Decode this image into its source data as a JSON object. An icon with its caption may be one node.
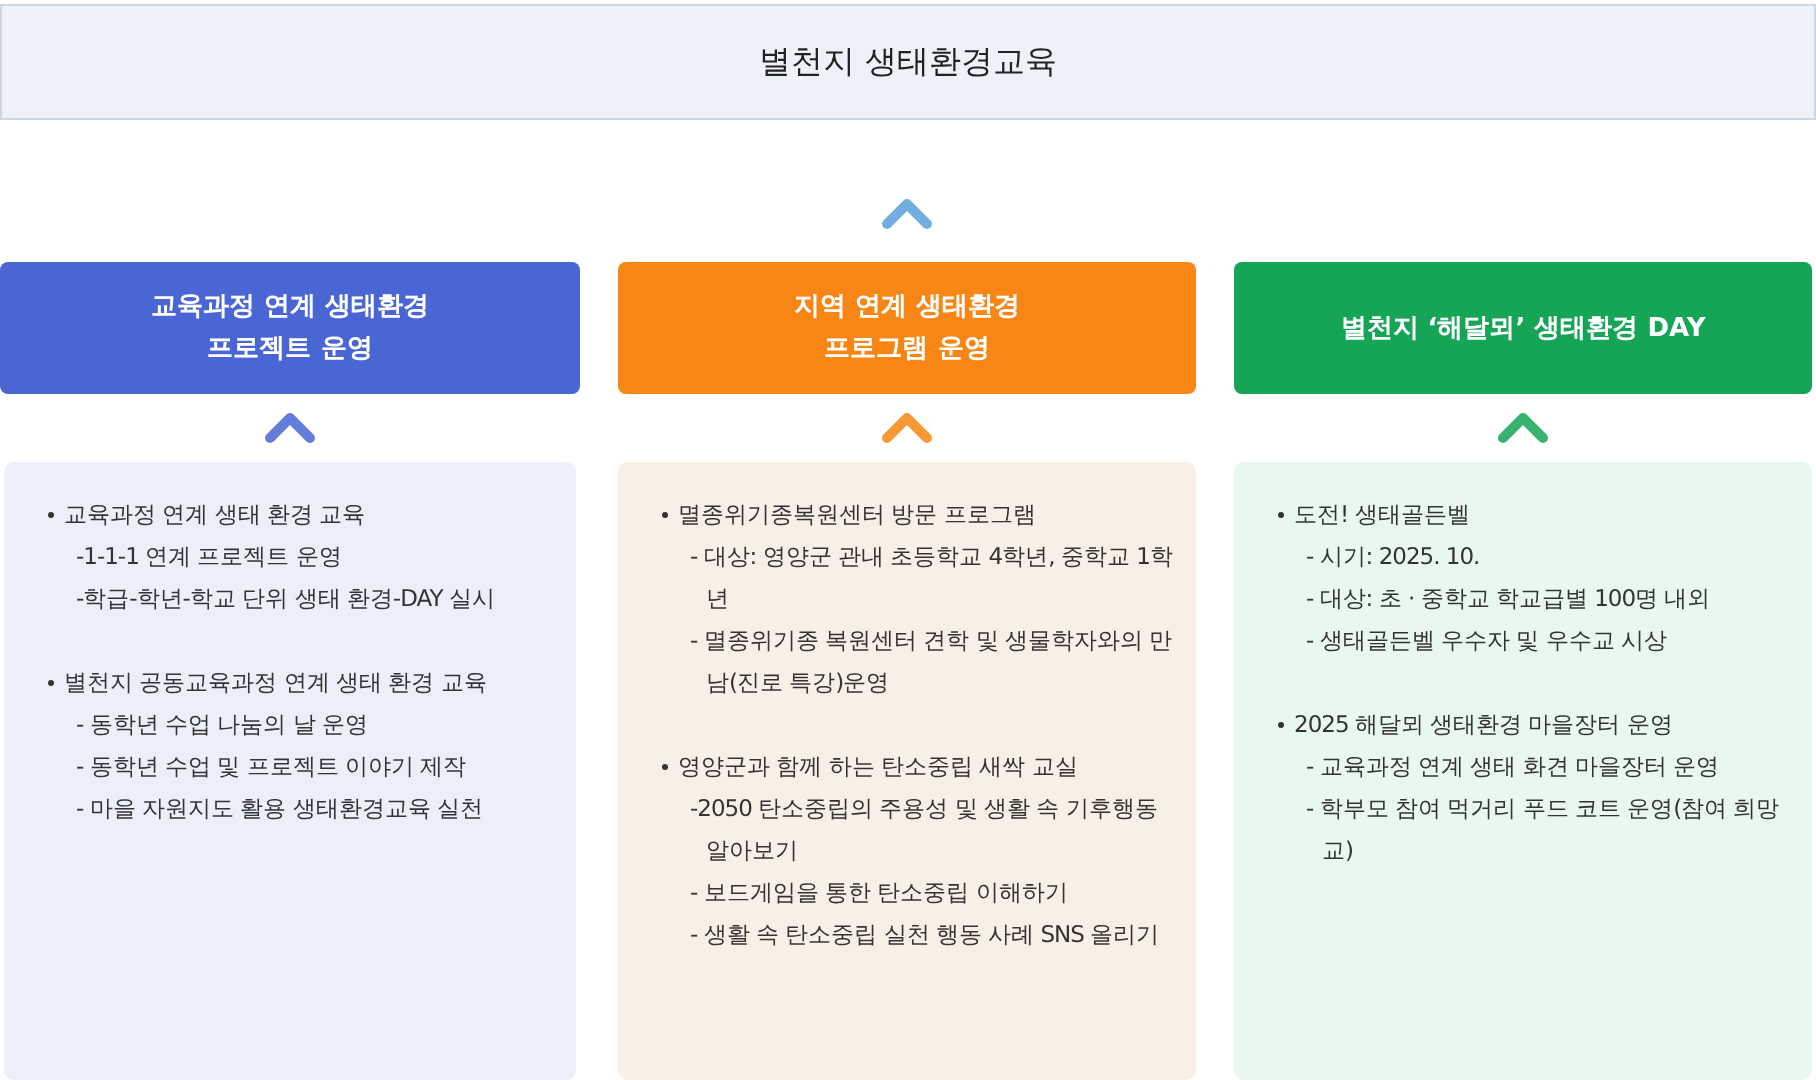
{
  "diagram": {
    "title": "별천지 생태환경교육",
    "nodes": [
      {
        "text": [
          "교육과정 연계 생태환경 프로젝트 운영"
        ]
      },
      {
        "text": [
          "교육과정 연계 생태 환경 교육",
          "-1-1-1 연계 프로젝트 운영",
          "-학급-학년-학교 단위 생태 환경-DAY 실시",
          "별천지 공동교육과정 연계 생태 환경 교육",
          "- 동학년 수업 나눔의 날 운영",
          "- 동학년 수업 및 프로젝트 이야기 제작",
          "- 마을 자원지도 활용 생태환경교육 실천"
        ]
      },
      {
        "text": [
          "지역 연계 생태환경 프로그램 운영"
        ]
      },
      {
        "text": [
          "멸종위기종복원센터 방문 프로그램",
          "- 대상: 영양군 관내 초등학교 4학년, 중학교 1학년",
          "- 멸종위기종 복원센터 견학 및 생물학자와의 만남(진로 특강)운영",
          "영양군과 함께 하는 탄소중립 새싹 교실",
          "-2050 탄소중립의 주용성 및 생활 속 기후행동 알아보기",
          "- 보드게임을 통한 탄소중립 이해하기",
          "- 생활 속 탄소중립 실천 행동 사례 SNS 올리기"
        ]
      },
      {
        "text": [
          "별천지 ‘해달뫼’ 생태환경 DAY"
        ]
      },
      {
        "text": [
          "도전! 생태골든벨",
          "- 시기: 2025. 10.",
          "- 대상: 초 · 중학교 학교급별 100명 내외",
          "- 생태골든벨 우수자 및 우수교 시상",
          "2025 해달뫼 생태환경 마을장터 운영",
          "- 교육과정 연계 생태 화견 마을장터 운영",
          "- 학부모 참여 먹거리 푸드 코트 운영(참여 희망교)"
        ]
      }
    ],
    "edges": [
      {
        "from": 2,
        "to": null,
        "arrow": "to"
      },
      {
        "from": 1,
        "to": 0,
        "arrow": "to",
        "color": "#4a66d4"
      },
      {
        "from": 3,
        "to": 2,
        "arrow": "to",
        "color": "#f78614"
      },
      {
        "from": 5,
        "to": 4,
        "arrow": "to",
        "color": "#16a457"
      }
    ]
  }
}
